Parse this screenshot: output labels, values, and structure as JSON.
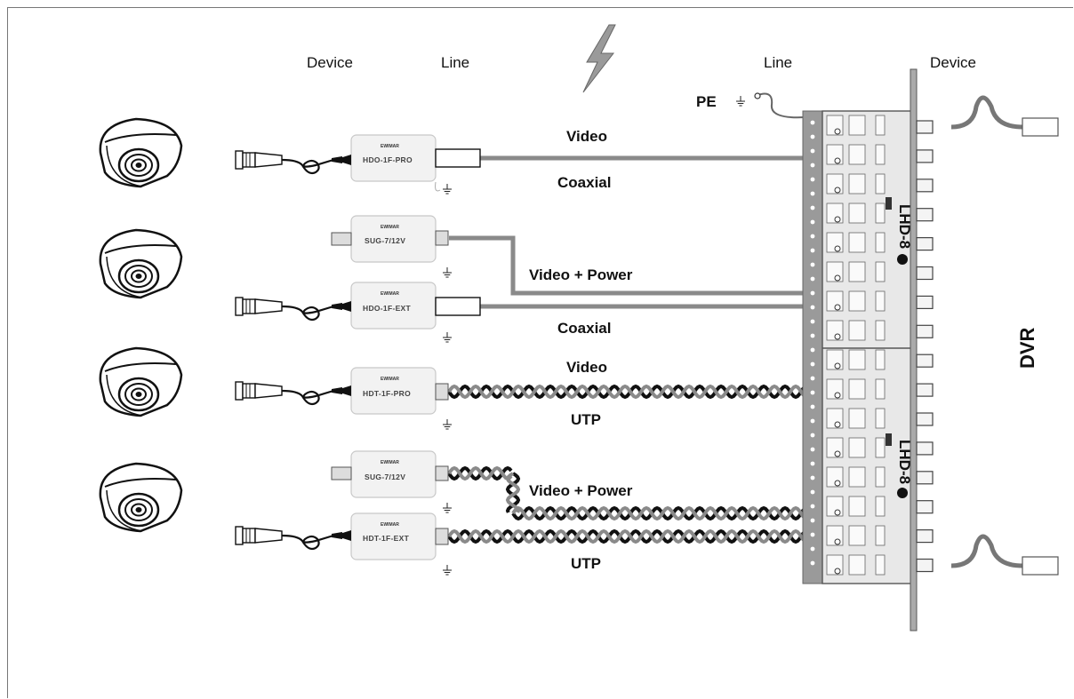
{
  "headers": {
    "device_left": "Device",
    "line_left": "Line",
    "line_right": "Line",
    "device_right": "Device"
  },
  "pe_label": "PE",
  "dvr_label": "DVR",
  "module_label": "LHD-8",
  "brand": "EWIMAR",
  "devices": [
    {
      "model": "HDO-1F-PRO",
      "line": "Coaxial",
      "signal": "Video"
    },
    {
      "model": "SUG-7/12V",
      "line": "",
      "signal": "Video + Power"
    },
    {
      "model": "HDO-1F-EXT",
      "line": "Coaxial",
      "signal": ""
    },
    {
      "model": "HDT-1F-PRO",
      "line": "UTP",
      "signal": "Video"
    },
    {
      "model": "SUG-7/12V",
      "line": "",
      "signal": "Video + Power"
    },
    {
      "model": "HDT-1F-EXT",
      "line": "UTP",
      "signal": ""
    }
  ],
  "icons": [
    "lightning-icon",
    "ground-icon",
    "dome-camera-icon",
    "bnc-connector-icon"
  ],
  "colors": {
    "cable_gray": "#8a8a8a",
    "cable_black": "#111111",
    "box_fill": "#f2f2f2",
    "panel": "#9a9a9a"
  }
}
